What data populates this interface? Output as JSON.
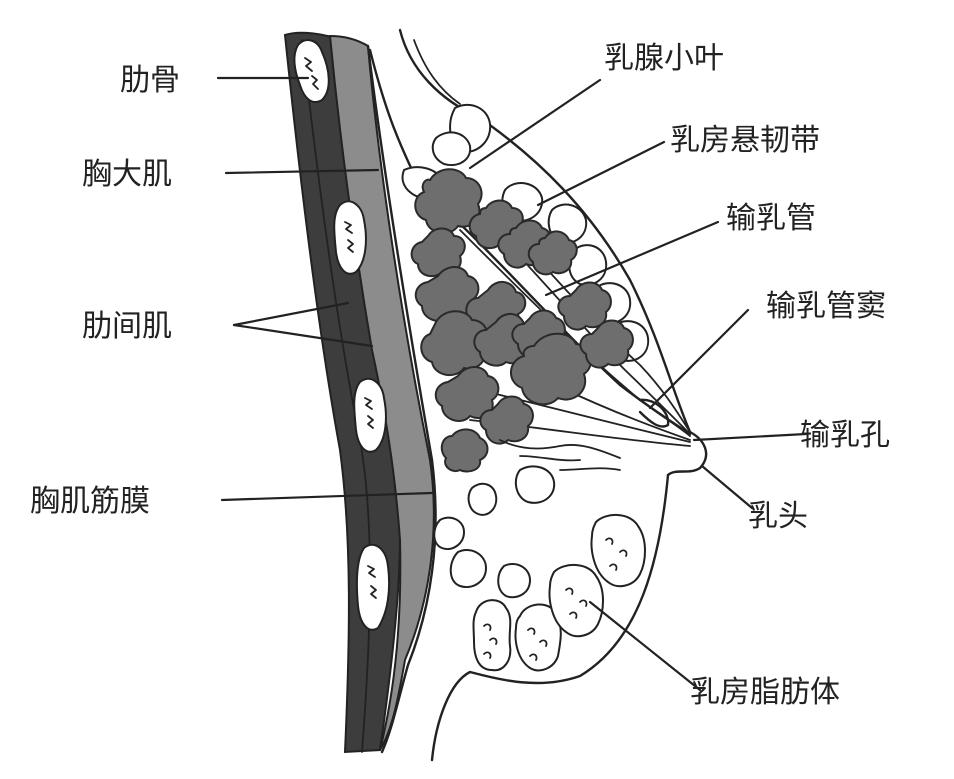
{
  "labels": {
    "rib": "肋骨",
    "pectoralis_major": "胸大肌",
    "intercostal": "肋间肌",
    "pectoral_fascia": "胸肌筋膜",
    "lobule": "乳腺小叶",
    "suspensory_ligament": "乳房悬韧带",
    "duct": "输乳管",
    "sinus": "输乳管窦",
    "pore": "输乳孔",
    "nipple": "乳头",
    "fat": "乳房脂肪体"
  },
  "colors": {
    "ink": "#222222",
    "muscle_dark": "#3d3d3d",
    "muscle_mid": "#8c8c8c",
    "lobule": "#6e6e6e",
    "background": "#ffffff"
  }
}
